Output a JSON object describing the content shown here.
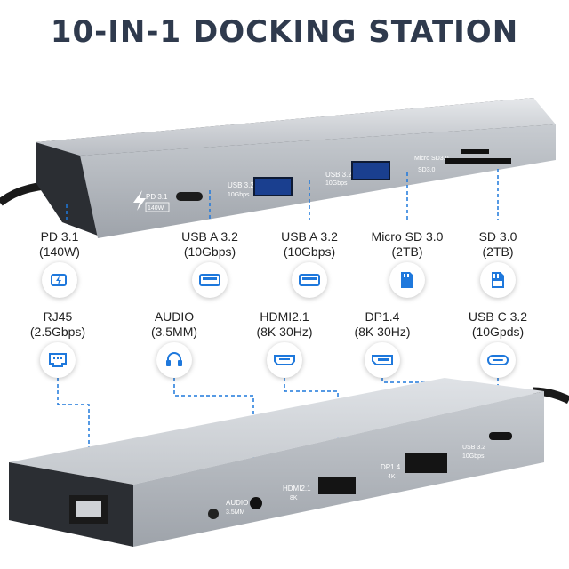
{
  "title": "10-IN-1 DOCKING STATION",
  "colors": {
    "accent": "#1e78dc",
    "title": "#2f3a4d",
    "aluminum": "#c2c6cb"
  },
  "top_ports": [
    {
      "line1": "PD 3.1",
      "line2": "(140W)",
      "icon": "lightning-icon"
    },
    {
      "line1": "USB A 3.2",
      "line2": "(10Gbps)",
      "icon": "usb-a-icon"
    },
    {
      "line1": "USB A 3.2",
      "line2": "(10Gbps)",
      "icon": "usb-a-icon"
    },
    {
      "line1": "Micro SD 3.0",
      "line2": "(2TB)",
      "icon": "micro-sd-icon"
    },
    {
      "line1": "SD 3.0",
      "line2": "(2TB)",
      "icon": "sd-card-icon"
    }
  ],
  "bottom_ports": [
    {
      "line1": "RJ45",
      "line2": "(2.5Gbps)",
      "icon": "ethernet-icon"
    },
    {
      "line1": "AUDIO",
      "line2": "(3.5MM)",
      "icon": "headset-icon"
    },
    {
      "line1": "HDMI2.1",
      "line2": "(8K 30Hz)",
      "icon": "hdmi-icon"
    },
    {
      "line1": "DP1.4",
      "line2": "(8K 30Hz)",
      "icon": "displayport-icon"
    },
    {
      "line1": "USB C 3.2",
      "line2": "(10Gpds)",
      "icon": "usb-c-icon"
    }
  ],
  "device_top": {
    "pd_label": "PD 3.1",
    "pd_watts": "140W",
    "usb1_label": "USB 3.2",
    "usb1_speed": "10Gbps",
    "usb2_label": "USB 3.2",
    "usb2_speed": "10Gbps",
    "microsd_label": "Micro SD3.0",
    "sd_label": "SD3.0"
  },
  "device_bottom": {
    "audio_label": "AUDIO",
    "audio_size": "3.5MM",
    "hdmi_label": "HDMI2.1",
    "hdmi_res": "8K",
    "dp_label": "DP1.4",
    "dp_res": "4K",
    "usbc_label": "USB 3.2",
    "usbc_speed": "10Gbps"
  }
}
